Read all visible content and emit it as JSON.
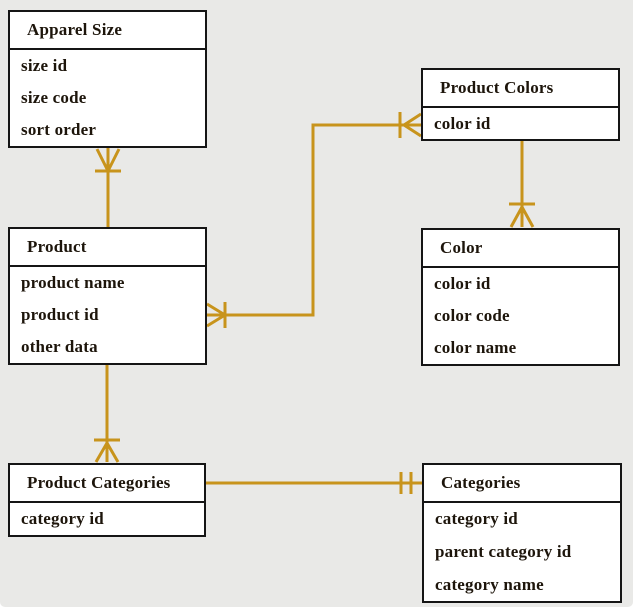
{
  "diagram": {
    "type": "entity-relationship-diagram",
    "background_color": "#E9E9E7",
    "line_color": "#C8941C",
    "table_border_color": "#151515",
    "tables": {
      "apparel_size": {
        "title": "Apparel Size",
        "fields": [
          "size id",
          "size code",
          "sort order"
        ]
      },
      "product": {
        "title": "Product",
        "fields": [
          "product name",
          "product id",
          "other data"
        ]
      },
      "product_colors": {
        "title": "Product Colors",
        "fields": [
          "color id"
        ]
      },
      "color": {
        "title": "Color",
        "fields": [
          "color id",
          "color code",
          "color name"
        ]
      },
      "product_categories": {
        "title": "Product Categories",
        "fields": [
          "category id"
        ]
      },
      "categories": {
        "title": "Categories",
        "fields": [
          "category id",
          "parent category id",
          "category name"
        ]
      }
    },
    "relationships": [
      {
        "from": "Apparel Size",
        "to": "Product",
        "from_marker": "crow-foot-many-with-tick",
        "to_marker": "plain"
      },
      {
        "from": "Product",
        "to": "Product Colors",
        "from_marker": "crow-foot-many-with-tick",
        "to_marker": "crow-foot-many-with-tick"
      },
      {
        "from": "Product Colors",
        "to": "Color",
        "from_marker": "plain",
        "to_marker": "crow-foot-many-with-tick"
      },
      {
        "from": "Product",
        "to": "Product Categories",
        "from_marker": "plain",
        "to_marker": "crow-foot-many-with-tick"
      },
      {
        "from": "Product Categories",
        "to": "Categories",
        "from_marker": "plain",
        "to_marker": "one-and-only-one-double-tick"
      }
    ]
  }
}
